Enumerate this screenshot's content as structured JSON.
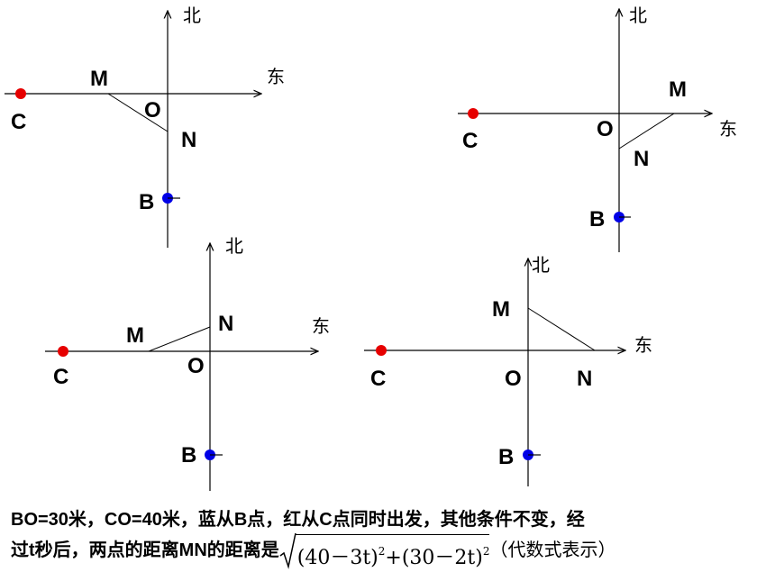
{
  "labels": {
    "north": "北",
    "east": "东",
    "M": "M",
    "N": "N",
    "O": "O",
    "B": "B",
    "C": "C"
  },
  "colors": {
    "red_point": "#e60000",
    "blue_point": "#0000e6"
  },
  "caption": {
    "line1": "BO=30米，CO=40米，蓝从B点，红从C点同时出发，其他条件不变，经",
    "line2_prefix": "过t秒后，两点的距离MN的距离是",
    "formula_term1": "(40－3t)",
    "formula_exp1": "2",
    "formula_plus": "+",
    "formula_term2": "(30－2t)",
    "formula_exp2": "2",
    "line2_suffix": "（代数式表示）"
  }
}
